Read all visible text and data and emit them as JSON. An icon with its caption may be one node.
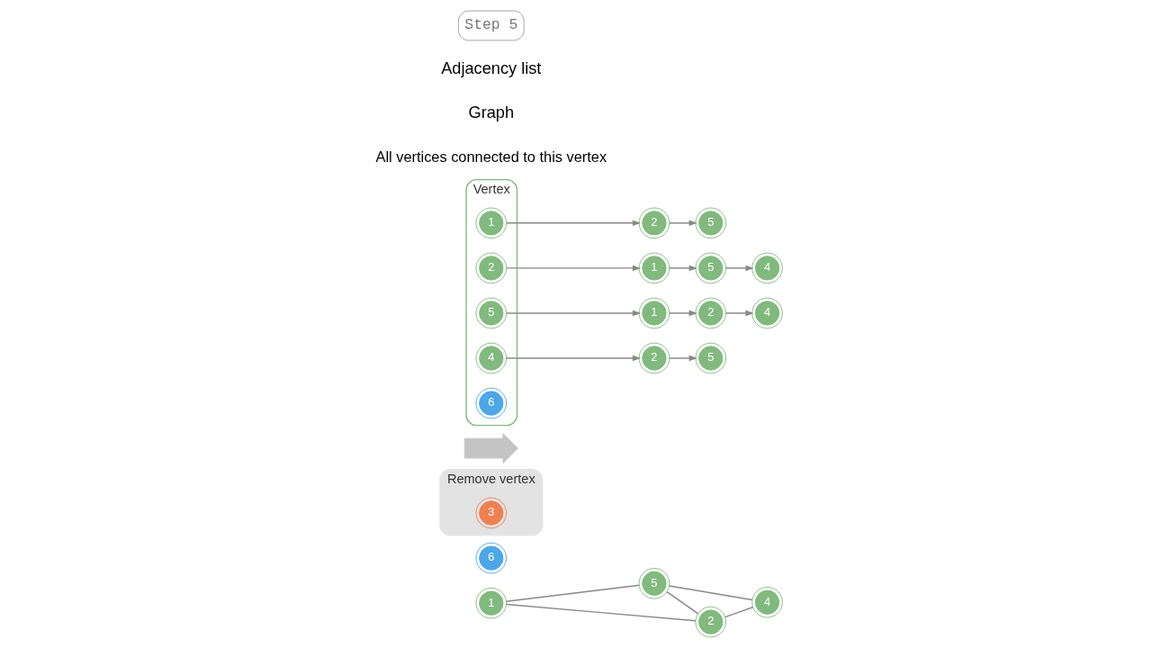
{
  "diagram": {
    "nodes": [
      {
        "text": [
          "1"
        ]
      },
      {
        "text": [
          "5"
        ]
      },
      {
        "text": [
          "4"
        ]
      },
      {
        "text": [
          "2"
        ]
      },
      {
        "text": [
          "6"
        ]
      },
      {
        "text": [
          "Remove vertex"
        ]
      },
      {
        "text": [
          "3"
        ],
        "in": 5
      },
      {
        "text": [],
        "shape": "arrow"
      },
      {
        "text": [
          "Vertex"
        ]
      },
      {
        "text": [
          "1"
        ],
        "in": 8
      },
      {
        "text": [
          "2"
        ],
        "in": 8
      },
      {
        "text": [
          "5"
        ],
        "in": 8
      },
      {
        "text": [
          "4"
        ],
        "in": 8
      },
      {
        "text": [
          "6"
        ],
        "in": 8
      },
      {
        "text": [
          "2"
        ]
      },
      {
        "text": [
          "5"
        ]
      },
      {
        "text": [
          "1"
        ]
      },
      {
        "text": [
          "5"
        ]
      },
      {
        "text": [
          "4"
        ]
      },
      {
        "text": [
          "1"
        ]
      },
      {
        "text": [
          "2"
        ]
      },
      {
        "text": [
          "4"
        ]
      },
      {
        "text": [
          "2"
        ]
      },
      {
        "text": [
          "5"
        ]
      }
    ],
    "edges": [
      {
        "from": 0,
        "to": 1,
        "arrow": "none"
      },
      {
        "from": 0,
        "to": 3,
        "arrow": "none"
      },
      {
        "from": 1,
        "to": 3,
        "arrow": "none"
      },
      {
        "from": 1,
        "to": 2,
        "arrow": "none"
      },
      {
        "from": 3,
        "to": 2,
        "arrow": "none"
      },
      {
        "from": 9,
        "to": 14,
        "arrow": "to"
      },
      {
        "from": 14,
        "to": 15,
        "arrow": "to"
      },
      {
        "from": 10,
        "to": 16,
        "arrow": "to"
      },
      {
        "from": 16,
        "to": 17,
        "arrow": "to"
      },
      {
        "from": 17,
        "to": 18,
        "arrow": "to"
      },
      {
        "from": 11,
        "to": 19,
        "arrow": "to"
      },
      {
        "from": 19,
        "to": 20,
        "arrow": "to"
      },
      {
        "from": 20,
        "to": 21,
        "arrow": "to"
      },
      {
        "from": 12,
        "to": 22,
        "arrow": "to"
      },
      {
        "from": 22,
        "to": 23,
        "arrow": "to"
      }
    ],
    "labels": [
      "All vertices connected to this vertex",
      "Graph",
      "Adjacency list",
      "Step 5"
    ]
  }
}
